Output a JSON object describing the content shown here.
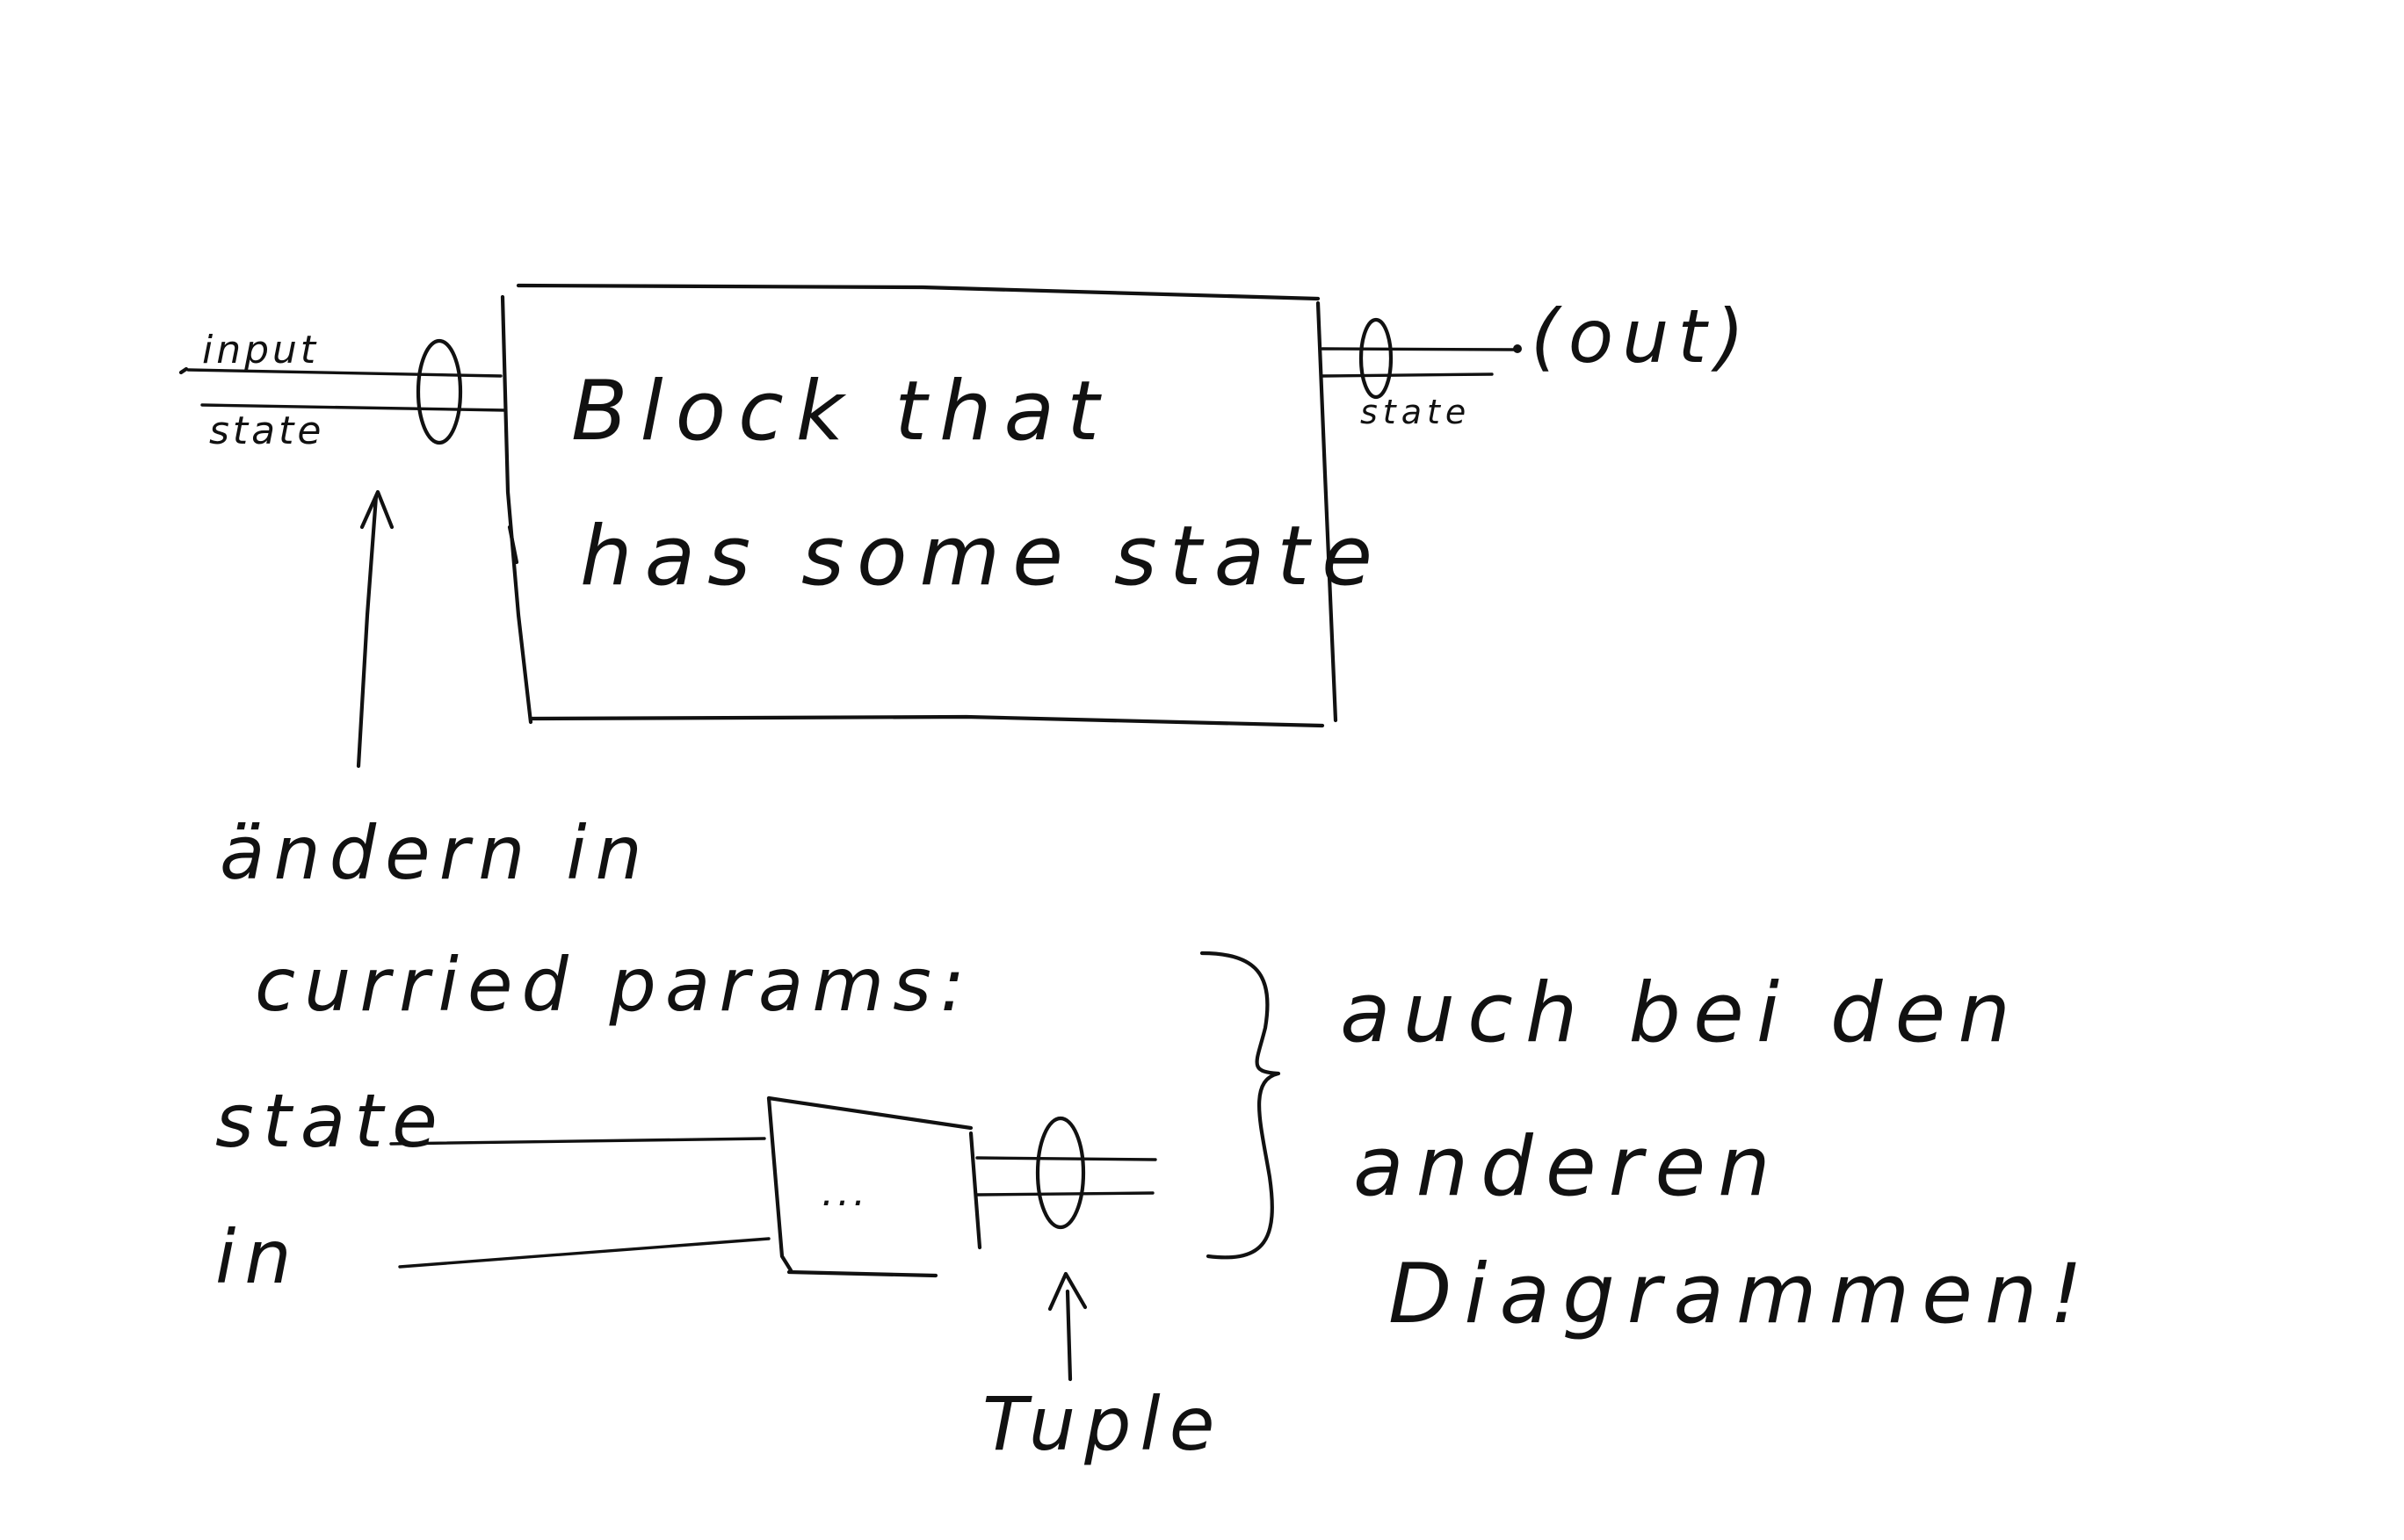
{
  "diagram": {
    "block_title_line1": "Block that",
    "block_title_line2": "has some state",
    "top_input_label": "input",
    "top_state_label": "state",
    "out_label": "(out)",
    "out_state_label": "state",
    "note_line1": "ändern in",
    "note_line2": "curried params:",
    "bottom_state_label": "state",
    "bottom_in_label": "in",
    "small_block_dots": "...",
    "tuple_label": "Tuple",
    "side_note_line1": "auch bei den",
    "side_note_line2": "anderen",
    "side_note_line3": "Diagrammen!"
  }
}
